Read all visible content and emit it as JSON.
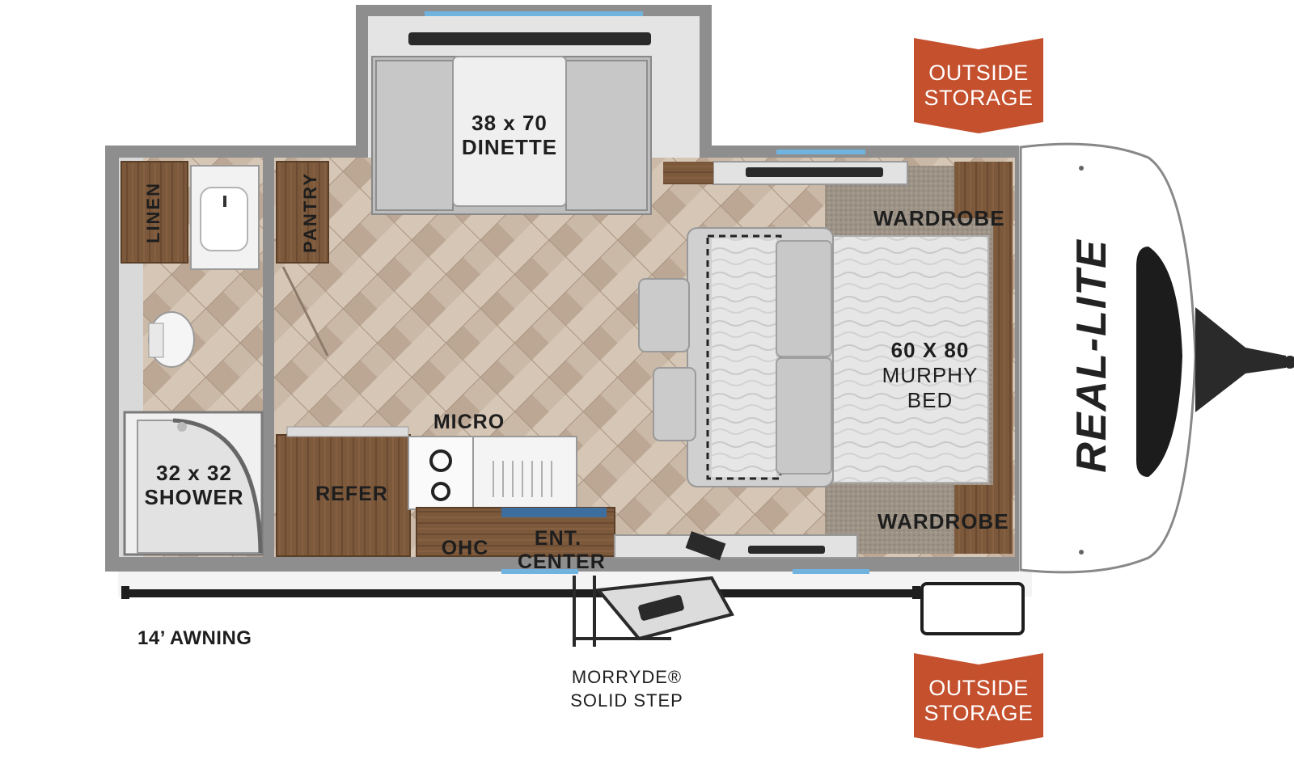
{
  "rooms": {
    "dinette": [
      "38 x 70",
      "DINETTE"
    ],
    "bed": [
      "60 X 80",
      "MURPHY",
      "BED"
    ],
    "shower": [
      "32 x 32",
      "SHOWER"
    ],
    "wardrobe_top": "WARDROBE",
    "wardrobe_bottom": "WARDROBE",
    "linen": "LINEN",
    "pantry": "PANTRY",
    "micro": "MICRO",
    "refer": "REFER",
    "ohc": "OHC",
    "ent_center": [
      "ENT.",
      "CENTER"
    ]
  },
  "exterior": {
    "awning": "14’ AWNING",
    "step": [
      "MORRYDE®",
      "SOLID STEP"
    ],
    "storage_top": [
      "OUTSIDE",
      "STORAGE"
    ],
    "storage_bottom": [
      "OUTSIDE",
      "STORAGE"
    ],
    "brand": "REAL-LITE"
  },
  "colors": {
    "storage_badge": "#c4502e",
    "wall": "#8e8e8e",
    "cabinet": "#7a5638",
    "floor": "#c9b8a6",
    "window": "#6fb3de"
  }
}
